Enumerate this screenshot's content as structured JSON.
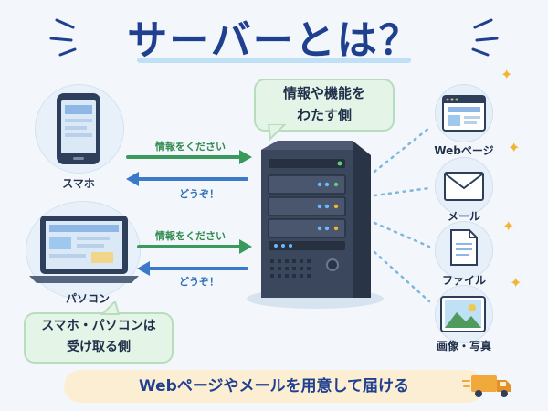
{
  "title": "サーバーとは？",
  "server_note": {
    "line1": "情報や機能を",
    "line2": "わたす側"
  },
  "client_note": {
    "line1": "スマホ・パソコンは",
    "line2": "受け取る側"
  },
  "devices": {
    "smartphone": {
      "label": "スマホ"
    },
    "laptop": {
      "label": "パソコン"
    }
  },
  "arrows": {
    "request_top": "情報をください",
    "response_top": "どうぞ！",
    "request_bottom": "情報をください",
    "response_bottom": "どうぞ！"
  },
  "services": [
    {
      "label": "Webページ",
      "icon": "webpage-icon"
    },
    {
      "label": "メール",
      "icon": "envelope-icon"
    },
    {
      "label": "ファイル",
      "icon": "file-icon"
    },
    {
      "label": "画像・写真",
      "icon": "photo-icon"
    }
  ],
  "banner": "Webページやメールを用意して届ける",
  "colors": {
    "title": "#1f3f8f",
    "request": "#3a9a5c",
    "response": "#3a7ac8"
  }
}
